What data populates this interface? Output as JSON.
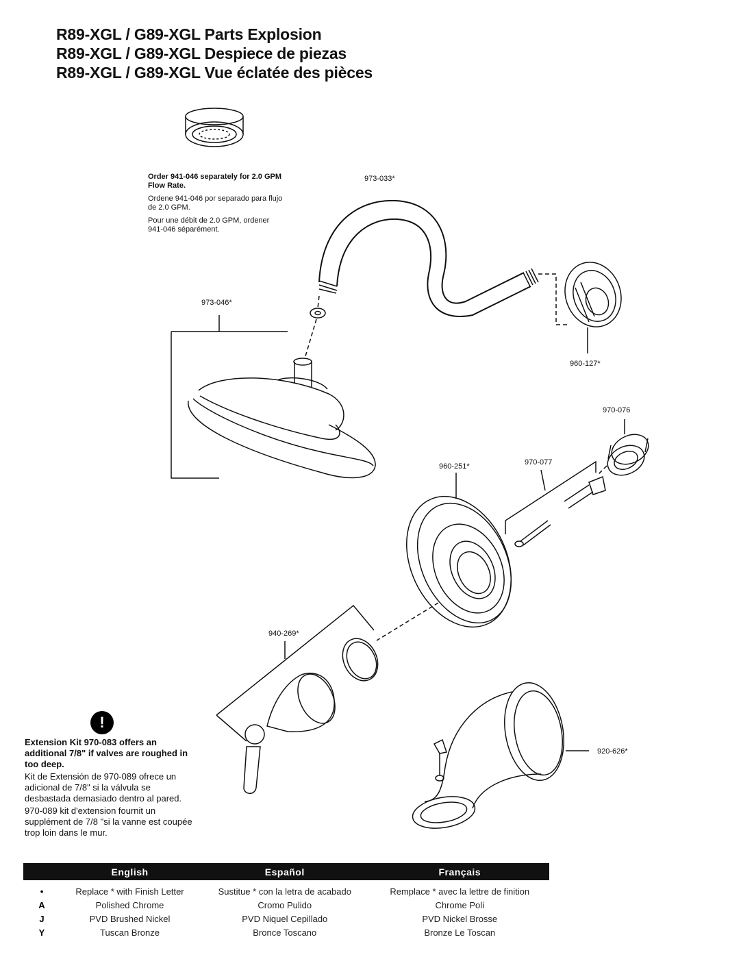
{
  "titles": [
    "R89-XGL / G89-XGL Parts Explosion",
    "R89-XGL / G89-XGL Despiece de piezas",
    "R89-XGL / G89-XGL Vue éclatée des pièces"
  ],
  "callouts": {
    "shower_arm": "973-033*",
    "shower_head": "973-046*",
    "arm_flange": "960-127*",
    "sleeve": "970-076",
    "escutcheon": "960-251*",
    "screw_kit": "970-077",
    "handle_kit": "940-269*",
    "tub_spout": "920-626*"
  },
  "flow_note": {
    "english": "Order 941-046 separately for 2.0 GPM  Flow Rate.",
    "spanish": "Ordene 941-046 por separado para flujo de 2.0 GPM.",
    "french": "Pour une débit de 2.0 GPM, ordener 941-046 séparément."
  },
  "extension_note": {
    "icon": "!",
    "english": "Extension Kit 970-083 offers an additional 7/8\" if valves are roughed in too deep.",
    "spanish": "Kit de Extensión de 970-089 ofrece un adicional de 7/8\" si la válvula se desbastada demasiado dentro al pared.",
    "french": "970-089 kit d'extension fournit un supplément de 7/8 \"si la vanne est coupée trop loin dans le mur."
  },
  "legend": {
    "headers": [
      "English",
      "Español",
      "Français"
    ],
    "rows": [
      {
        "key": "•",
        "english": "Replace * with Finish Letter",
        "spanish": "Sustitue * con la letra de acabado",
        "french": "Remplace * avec la lettre de finition"
      },
      {
        "key": "A",
        "english": "Polished Chrome",
        "spanish": "Cromo Pulido",
        "french": "Chrome Poli"
      },
      {
        "key": "J",
        "english": "PVD Brushed Nickel",
        "spanish": "PVD Niquel Cepillado",
        "french": "PVD Nickel Brosse"
      },
      {
        "key": "Y",
        "english": "Tuscan Bronze",
        "spanish": "Bronce Toscano",
        "french": "Bronze Le Toscan"
      }
    ]
  }
}
